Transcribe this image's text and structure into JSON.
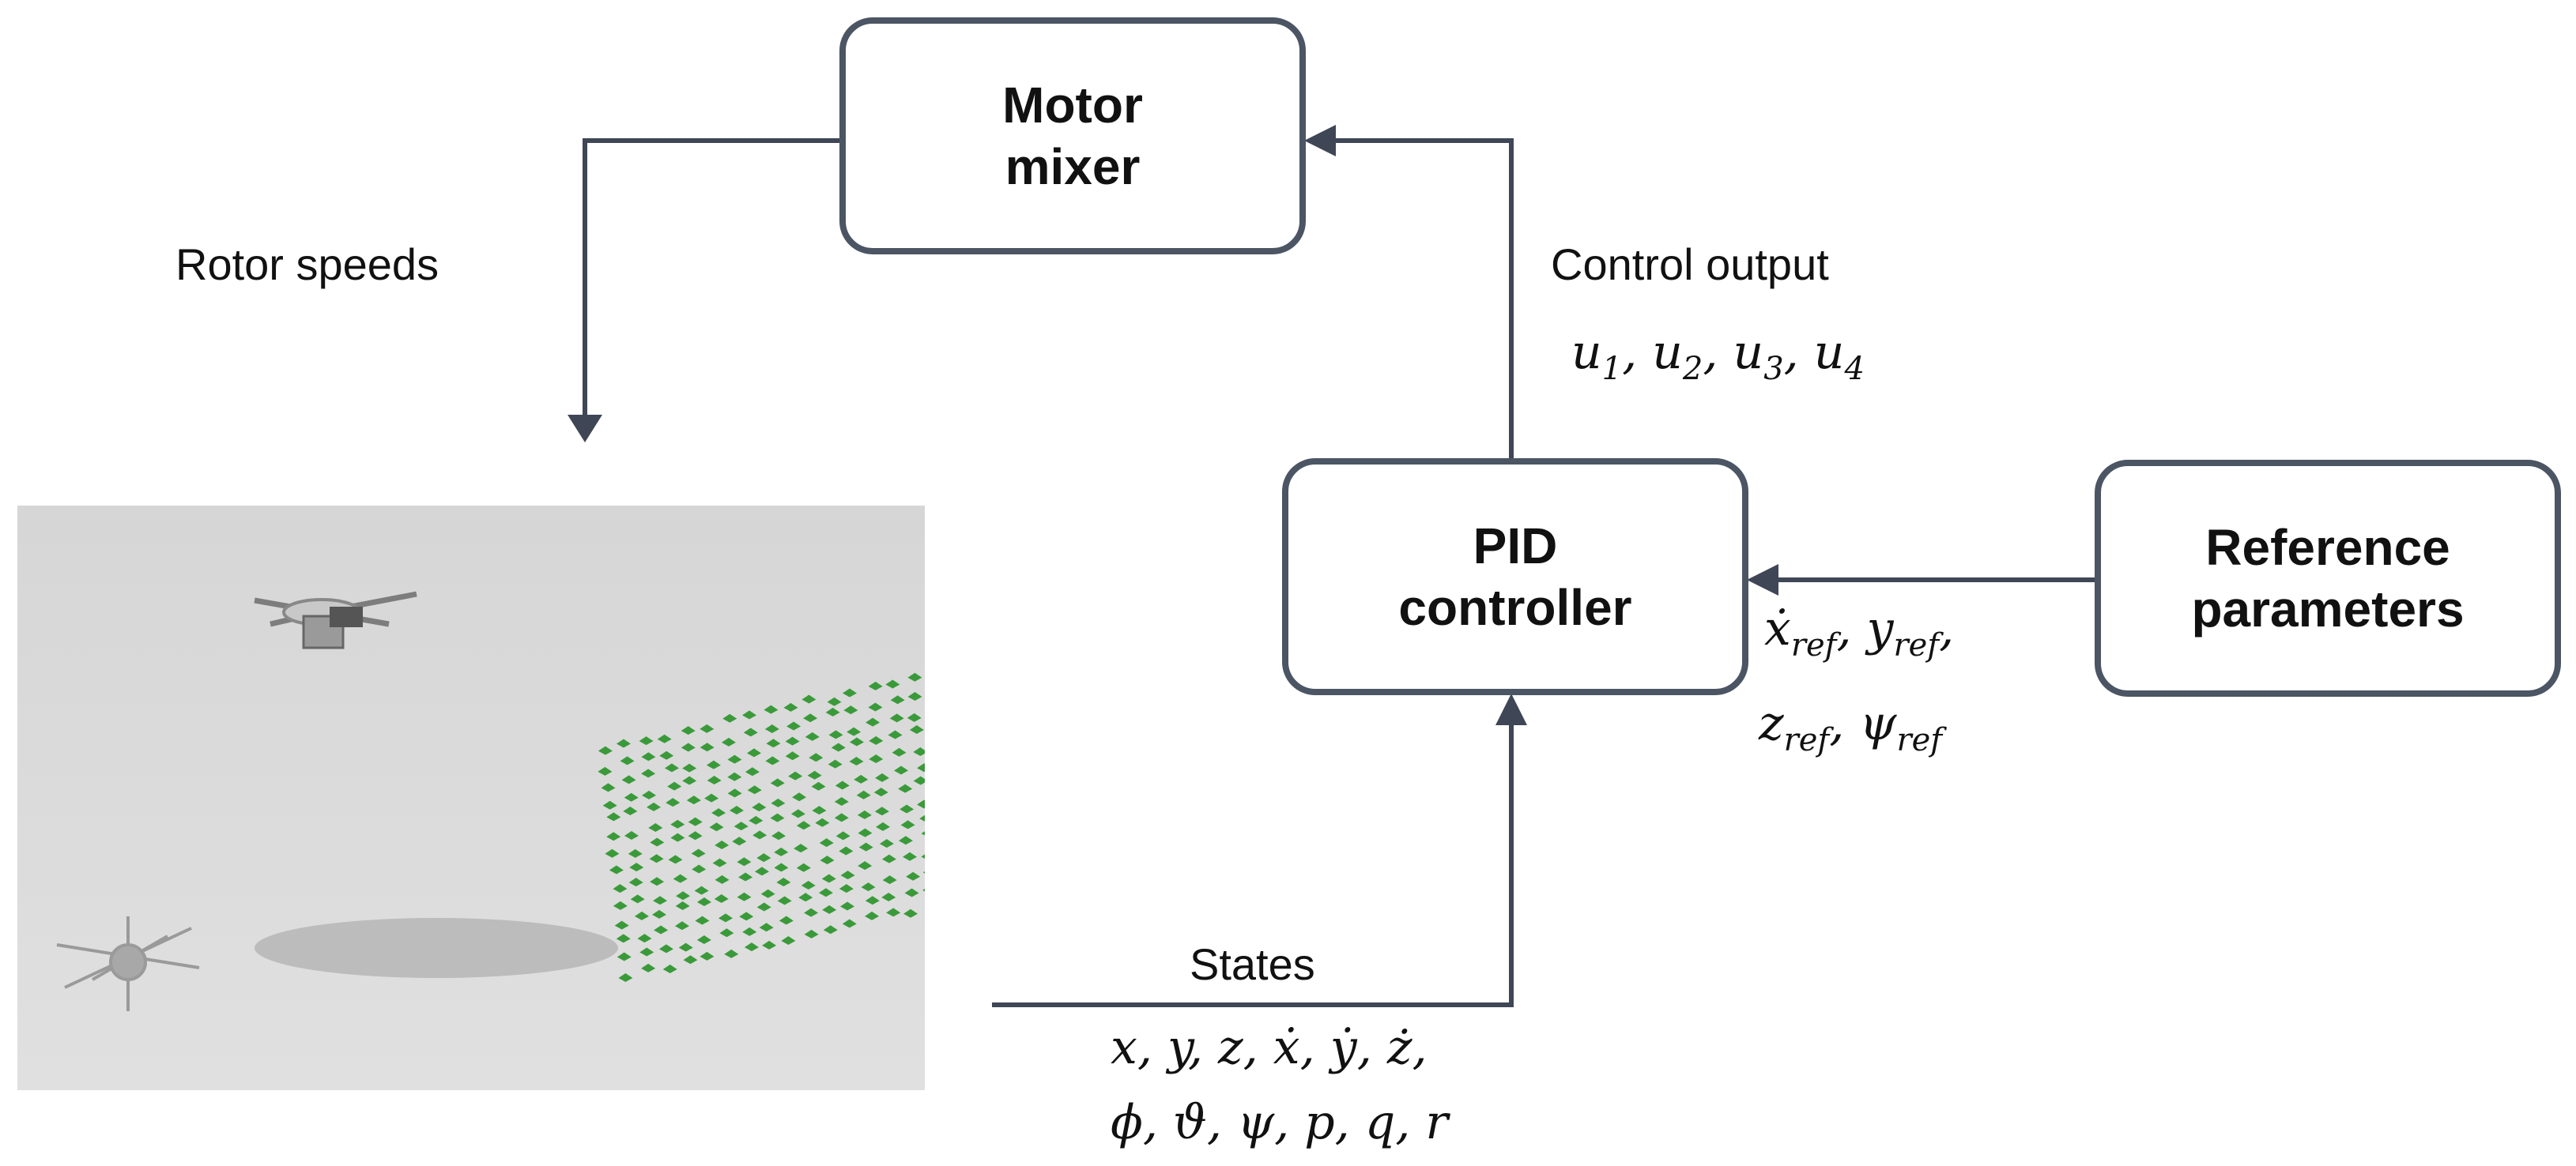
{
  "colors": {
    "block_border": "#4b5563",
    "arrow": "#3f4655",
    "simulation_background": "#dcdcdc",
    "swarm_green": "#3a9a3a",
    "shadow_gray": "#a9a9a9"
  },
  "blocks": {
    "motor_mixer": {
      "line1": "Motor",
      "line2": "mixer"
    },
    "pid_controller": {
      "line1": "PID",
      "line2": "controller"
    },
    "reference_parameters": {
      "line1": "Reference",
      "line2": "parameters"
    }
  },
  "labels": {
    "rotor_speeds": "Rotor speeds",
    "control_output": "Control output",
    "states": "States"
  },
  "math": {
    "control_signals": {
      "u1": "u",
      "u1_sub": "1",
      "u2": "u",
      "u2_sub": "2",
      "u3": "u",
      "u3_sub": "3",
      "u4": "u",
      "u4_sub": "4"
    },
    "reference_line1": {
      "xdot": "ẋ",
      "xdot_sub": "ref",
      "y": "y",
      "y_sub": "ref"
    },
    "reference_line2": {
      "z": "z",
      "z_sub": "ref",
      "psi": "ψ",
      "psi_sub": "ref"
    },
    "states_line1": "x, y, z, ẋ, ẏ, ż,",
    "states_line2": "ϕ, ϑ, ψ, p, q, r"
  },
  "simulation": {
    "icons": [
      "drone-icon",
      "drone-shadow-icon",
      "swarm-icon",
      "swarm-shadow-icon"
    ]
  }
}
